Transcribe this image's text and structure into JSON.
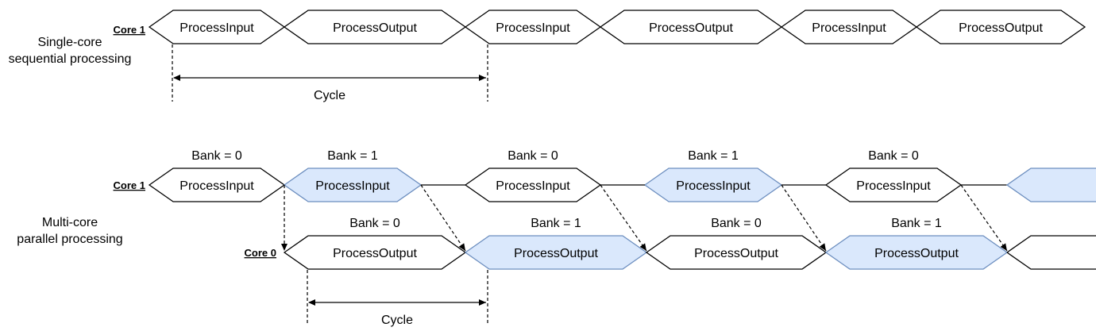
{
  "single": {
    "core_label": "Core 1",
    "caption_line1": "Single-core",
    "caption_line2": "sequential processing",
    "cycle_label": "Cycle",
    "blocks": [
      "ProcessInput",
      "ProcessOutput",
      "ProcessInput",
      "ProcessOutput",
      "ProcessInput",
      "ProcessOutput"
    ]
  },
  "multi": {
    "caption_line1": "Multi-core",
    "caption_line2": "parallel processing",
    "cycle_label": "Cycle",
    "core1": {
      "label": "Core 1",
      "blocks": [
        {
          "text": "ProcessInput",
          "bank": "Bank = 0",
          "color": "white"
        },
        {
          "text": "ProcessInput",
          "bank": "Bank = 1",
          "color": "blue"
        },
        {
          "text": "ProcessInput",
          "bank": "Bank = 0",
          "color": "white"
        },
        {
          "text": "ProcessInput",
          "bank": "Bank = 1",
          "color": "blue"
        },
        {
          "text": "ProcessInput",
          "bank": "Bank = 0",
          "color": "white"
        }
      ]
    },
    "core0": {
      "label": "Core 0",
      "blocks": [
        {
          "text": "ProcessOutput",
          "bank": "Bank = 0",
          "color": "white"
        },
        {
          "text": "ProcessOutput",
          "bank": "Bank = 1",
          "color": "blue"
        },
        {
          "text": "ProcessOutput",
          "bank": "Bank = 0",
          "color": "white"
        },
        {
          "text": "ProcessOutput",
          "bank": "Bank = 1",
          "color": "blue"
        }
      ]
    }
  },
  "colors": {
    "white_fill": "#ffffff",
    "blue_fill": "#dae8fc",
    "blue_stroke": "#6c8ebf"
  }
}
